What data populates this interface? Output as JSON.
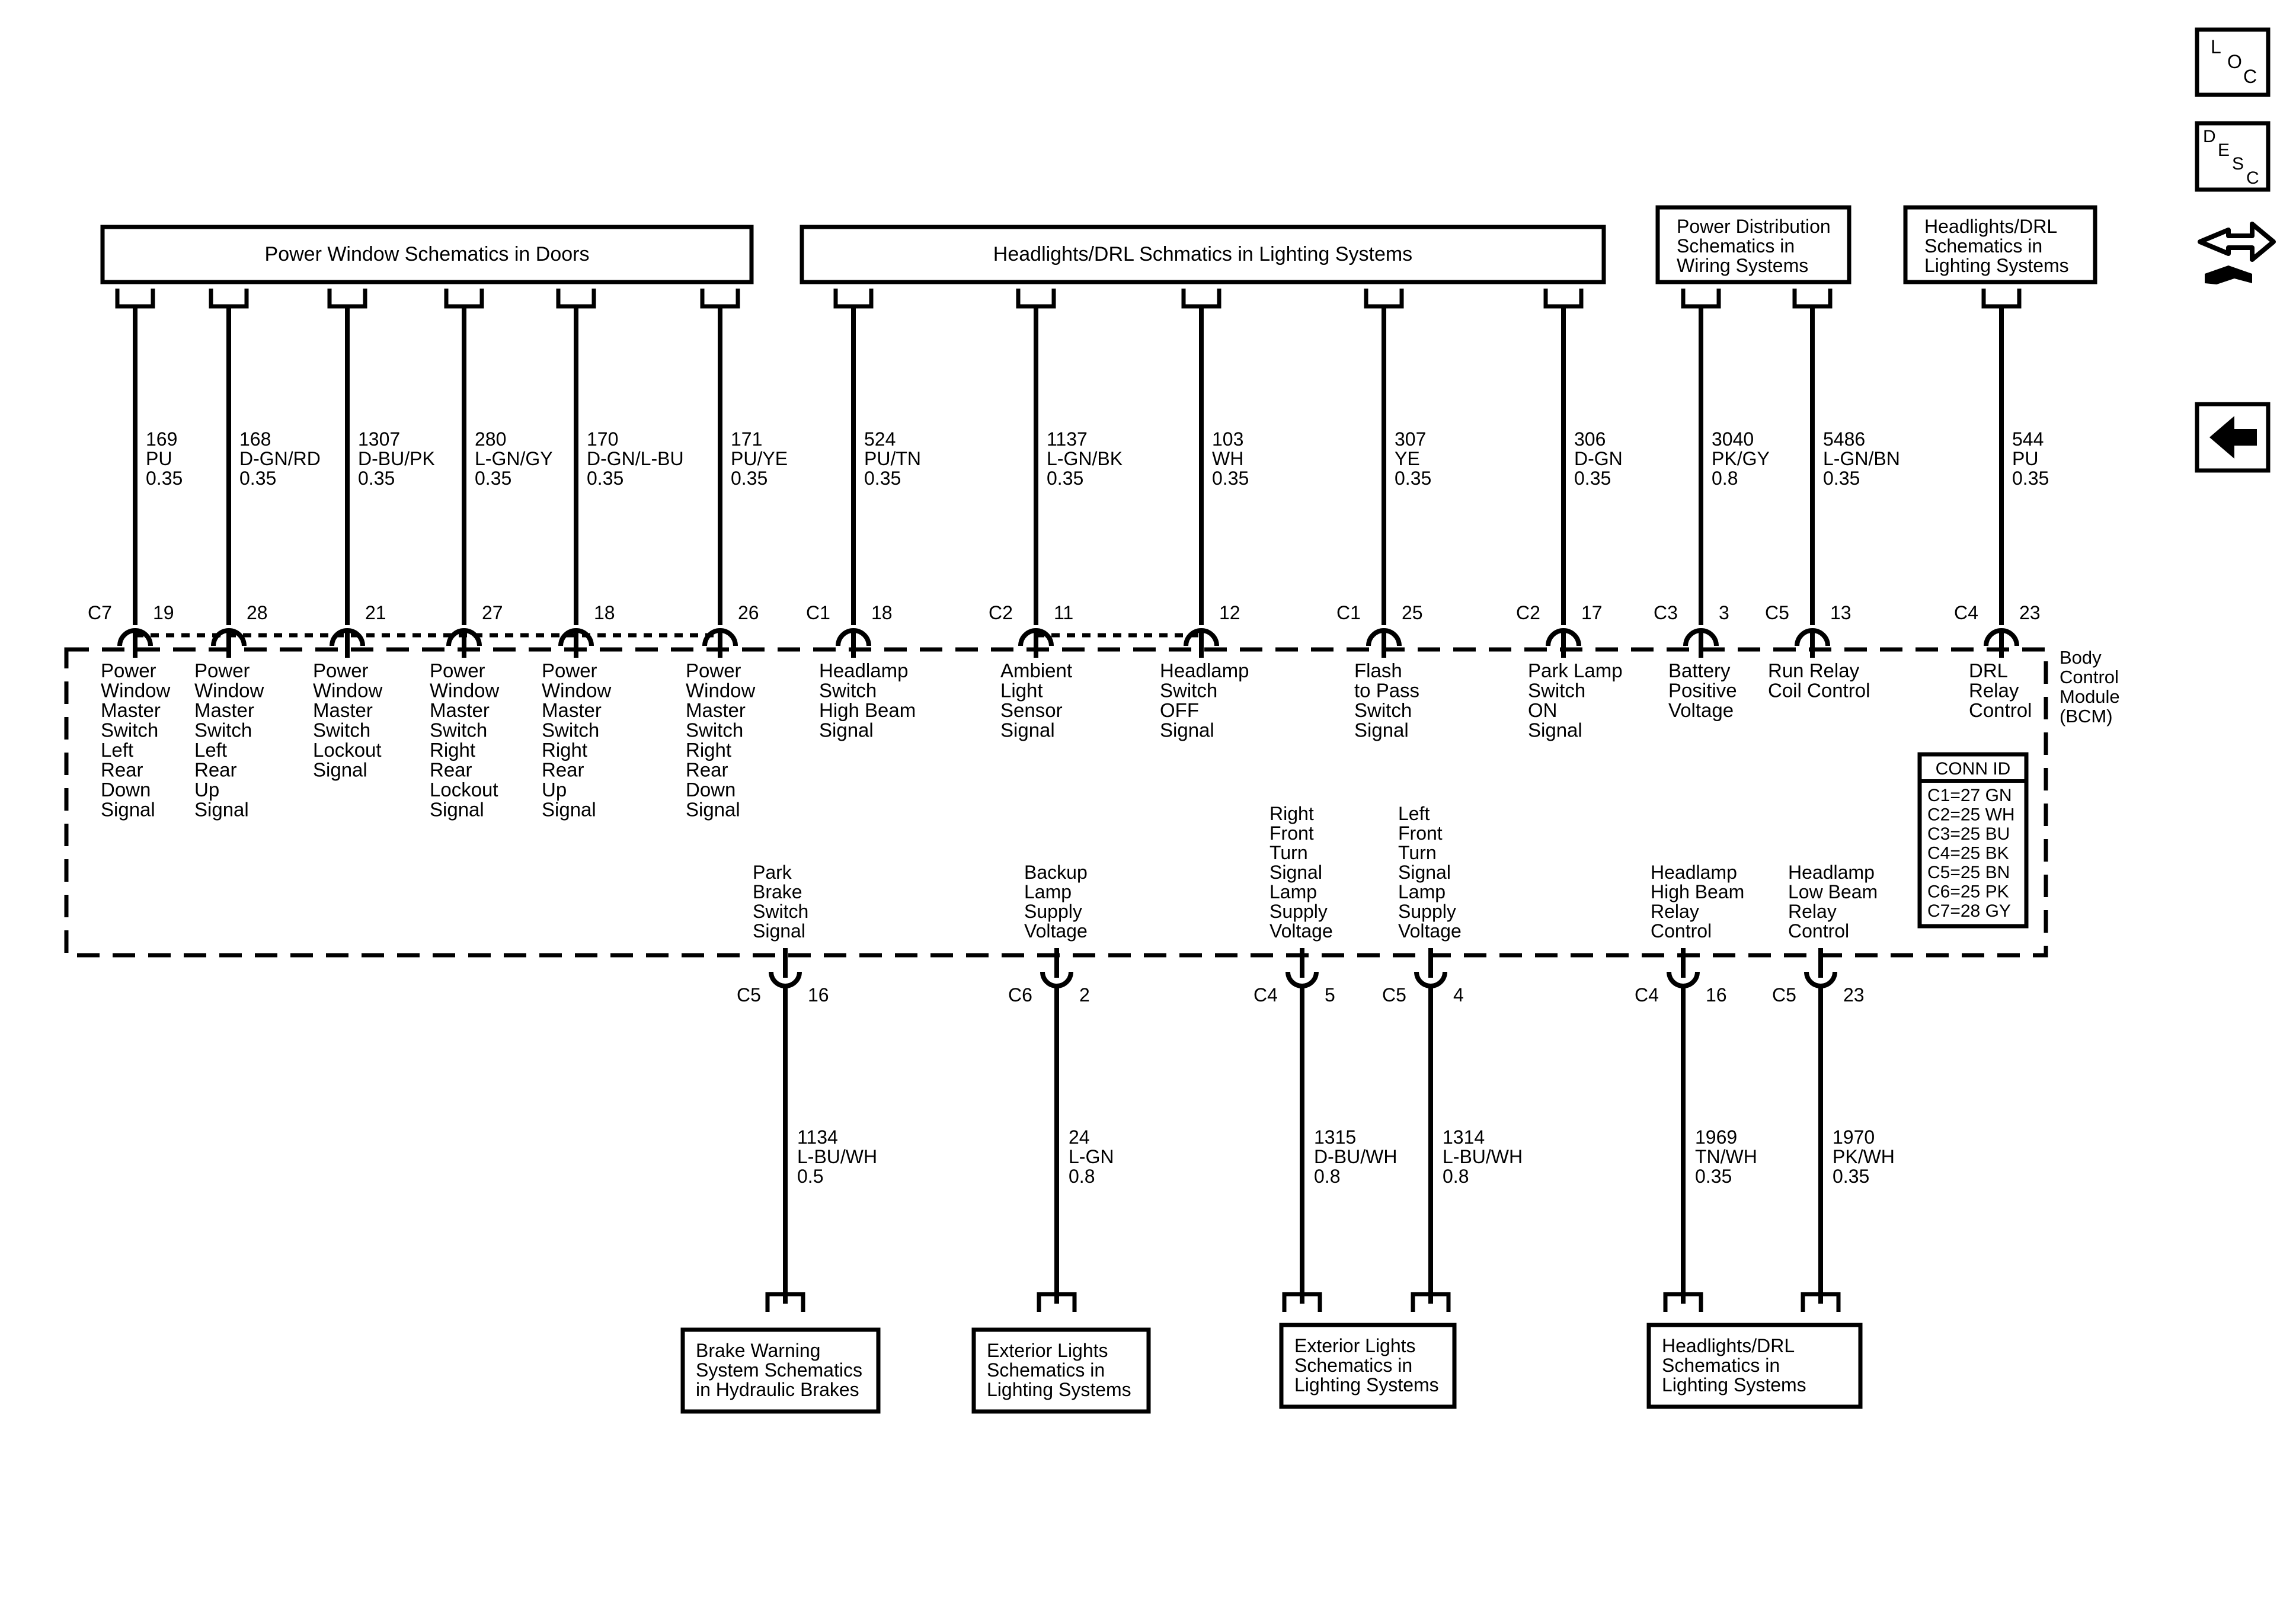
{
  "module_label": [
    "Body",
    "Control",
    "Module",
    "(BCM)"
  ],
  "top_ref_boxes": [
    {
      "id": "power-window",
      "lines": [
        "Power Window Schematics in Doors"
      ]
    },
    {
      "id": "headlights-drl",
      "lines": [
        "Headlights/DRL Schmatics in Lighting Systems"
      ]
    },
    {
      "id": "power-distribution",
      "lines": [
        "Power Distribution",
        "Schematics in",
        "Wiring Systems"
      ]
    },
    {
      "id": "headlights-drl-2",
      "lines": [
        "Headlights/DRL",
        "Schematics in",
        "Lighting Systems"
      ]
    }
  ],
  "bottom_ref_boxes": [
    {
      "id": "brake-warning",
      "lines": [
        "Brake Warning",
        "System Schematics",
        "in Hydraulic Brakes"
      ]
    },
    {
      "id": "exterior-lights-1",
      "lines": [
        "Exterior Lights",
        "Schematics in",
        "Lighting Systems"
      ]
    },
    {
      "id": "exterior-lights-2",
      "lines": [
        "Exterior Lights",
        "Schematics in",
        "Lighting Systems"
      ]
    },
    {
      "id": "headlights-drl-3",
      "lines": [
        "Headlights/DRL",
        "Schematics in",
        "Lighting Systems"
      ]
    }
  ],
  "top_wires": [
    {
      "connector": "C7",
      "pin": "19",
      "circuit": "169",
      "color": "PU",
      "gauge": "0.35",
      "function": [
        "Power",
        "Window",
        "Master",
        "Switch",
        "Left",
        "Rear",
        "Down",
        "Signal"
      ]
    },
    {
      "connector": "",
      "pin": "28",
      "circuit": "168",
      "color": "D-GN/RD",
      "gauge": "0.35",
      "function": [
        "Power",
        "Window",
        "Master",
        "Switch",
        "Left",
        "Rear",
        "Up",
        "Signal"
      ]
    },
    {
      "connector": "",
      "pin": "21",
      "circuit": "1307",
      "color": "D-BU/PK",
      "gauge": "0.35",
      "function": [
        "Power",
        "Window",
        "Master",
        "Switch",
        "Lockout",
        "Signal"
      ]
    },
    {
      "connector": "",
      "pin": "27",
      "circuit": "280",
      "color": "L-GN/GY",
      "gauge": "0.35",
      "function": [
        "Power",
        "Window",
        "Master",
        "Switch",
        "Right",
        "Rear",
        "Lockout",
        "Signal"
      ]
    },
    {
      "connector": "",
      "pin": "18",
      "circuit": "170",
      "color": "D-GN/L-BU",
      "gauge": "0.35",
      "function": [
        "Power",
        "Window",
        "Master",
        "Switch",
        "Right",
        "Rear",
        "Up",
        "Signal"
      ]
    },
    {
      "connector": "",
      "pin": "26",
      "circuit": "171",
      "color": "PU/YE",
      "gauge": "0.35",
      "function": [
        "Power",
        "Window",
        "Master",
        "Switch",
        "Right",
        "Rear",
        "Down",
        "Signal"
      ]
    },
    {
      "connector": "C1",
      "pin": "18",
      "circuit": "524",
      "color": "PU/TN",
      "gauge": "0.35",
      "function": [
        "Headlamp",
        "Switch",
        "High Beam",
        "Signal"
      ]
    },
    {
      "connector": "C2",
      "pin": "11",
      "circuit": "1137",
      "color": "L-GN/BK",
      "gauge": "0.35",
      "function": [
        "Ambient",
        "Light",
        "Sensor",
        "Signal"
      ]
    },
    {
      "connector": "",
      "pin": "12",
      "circuit": "103",
      "color": "WH",
      "gauge": "0.35",
      "function": [
        "Headlamp",
        "Switch",
        "OFF",
        "Signal"
      ]
    },
    {
      "connector": "C1",
      "pin": "25",
      "circuit": "307",
      "color": "YE",
      "gauge": "0.35",
      "function": [
        "Flash",
        "to Pass",
        "Switch",
        "Signal"
      ]
    },
    {
      "connector": "C2",
      "pin": "17",
      "circuit": "306",
      "color": "D-GN",
      "gauge": "0.35",
      "function": [
        "Park Lamp",
        "Switch",
        "ON",
        "Signal"
      ]
    },
    {
      "connector": "C3",
      "pin": "3",
      "circuit": "3040",
      "color": "PK/GY",
      "gauge": "0.8",
      "function": [
        "Battery",
        "Positive",
        "Voltage"
      ]
    },
    {
      "connector": "C5",
      "pin": "13",
      "circuit": "5486",
      "color": "L-GN/BN",
      "gauge": "0.35",
      "function": [
        "Run Relay",
        "Coil Control"
      ]
    },
    {
      "connector": "C4",
      "pin": "23",
      "circuit": "544",
      "color": "PU",
      "gauge": "0.35",
      "function": [
        "DRL",
        "Relay",
        "Control"
      ]
    }
  ],
  "bottom_wires": [
    {
      "connector": "C5",
      "pin": "16",
      "circuit": "1134",
      "color": "L-BU/WH",
      "gauge": "0.5",
      "function": [
        "Park",
        "Brake",
        "Switch",
        "Signal"
      ]
    },
    {
      "connector": "C6",
      "pin": "2",
      "circuit": "24",
      "color": "L-GN",
      "gauge": "0.8",
      "function": [
        "Backup",
        "Lamp",
        "Supply",
        "Voltage"
      ]
    },
    {
      "connector": "C4",
      "pin": "5",
      "circuit": "1315",
      "color": "D-BU/WH",
      "gauge": "0.8",
      "function": [
        "Right",
        "Front",
        "Turn",
        "Signal",
        "Lamp",
        "Supply",
        "Voltage"
      ]
    },
    {
      "connector": "C5",
      "pin": "4",
      "circuit": "1314",
      "color": "L-BU/WH",
      "gauge": "0.8",
      "function": [
        "Left",
        "Front",
        "Turn",
        "Signal",
        "Lamp",
        "Supply",
        "Voltage"
      ]
    },
    {
      "connector": "C4",
      "pin": "16",
      "circuit": "1969",
      "color": "TN/WH",
      "gauge": "0.35",
      "function": [
        "Headlamp",
        "High Beam",
        "Relay",
        "Control"
      ]
    },
    {
      "connector": "C5",
      "pin": "23",
      "circuit": "1970",
      "color": "PK/WH",
      "gauge": "0.35",
      "function": [
        "Headlamp",
        "Low Beam",
        "Relay",
        "Control"
      ]
    }
  ],
  "conn_id": {
    "title": "CONN ID",
    "rows": [
      "C1=27 GN",
      "C2=25 WH",
      "C3=25 BU",
      "C4=25 BK",
      "C5=25 BN",
      "C6=25 PK",
      "C7=28 GY"
    ]
  },
  "nav_buttons": {
    "loc": [
      "L",
      "O",
      "C"
    ],
    "desc": [
      "D",
      "E",
      "S",
      "C"
    ]
  }
}
